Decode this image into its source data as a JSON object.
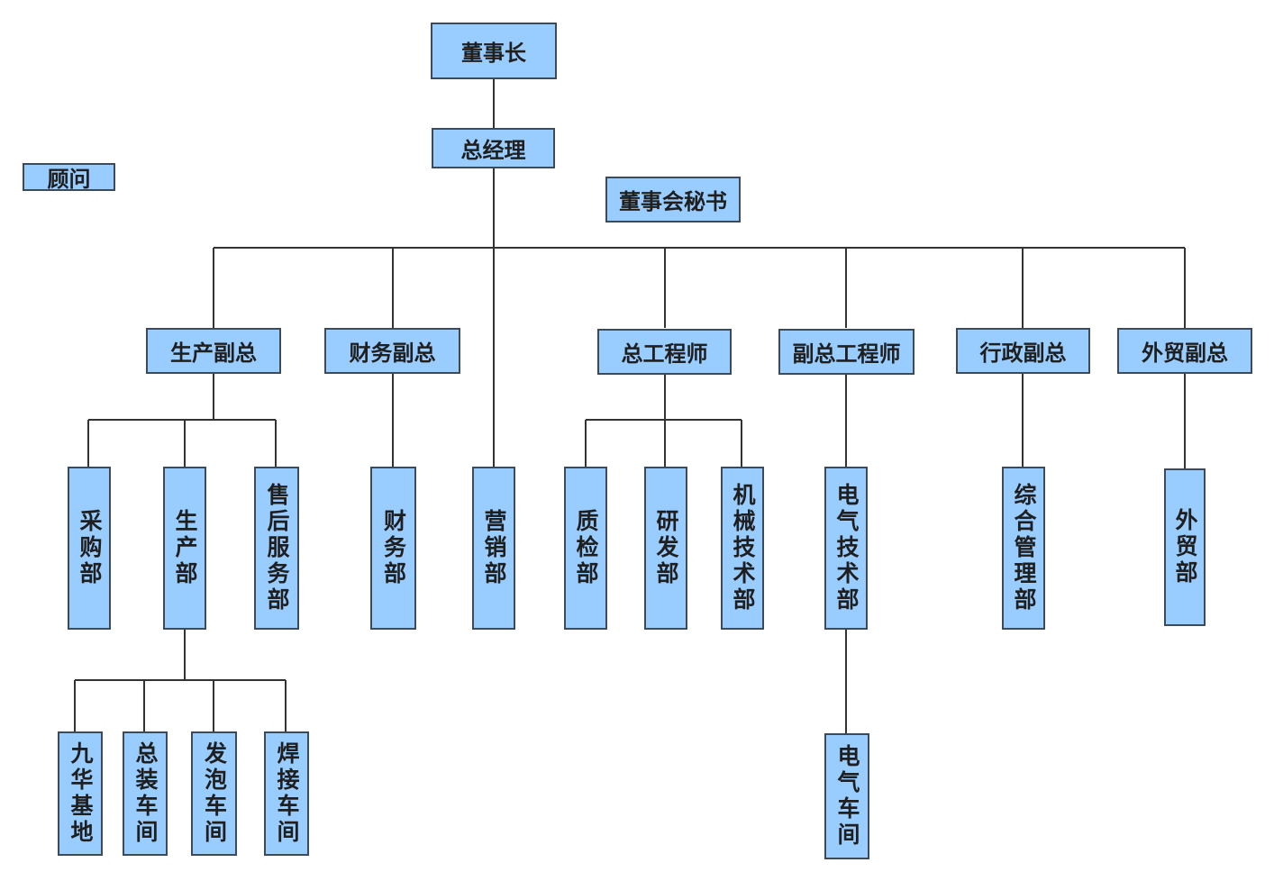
{
  "nodes": {
    "chairman": "董事长",
    "gm": "总经理",
    "advisor": "顾问",
    "board_secretary": "董事会秘书",
    "vp_production": "生产副总",
    "vp_finance": "财务副总",
    "chief_engineer": "总工程师",
    "deputy_chief_engineer": "副总工程师",
    "vp_admin": "行政副总",
    "vp_foreign_trade": "外贸副总",
    "dept_purchasing": "采购部",
    "dept_production": "生产部",
    "dept_after_sales": "售后服务部",
    "dept_finance": "财务部",
    "dept_marketing": "营销部",
    "dept_quality": "质检部",
    "dept_rd": "研发部",
    "dept_mech_tech": "机械技术部",
    "dept_elec_tech": "电气技术部",
    "dept_general_mgmt": "综合管理部",
    "dept_foreign_trade": "外贸部",
    "unit_jiuhua_base": "九华基地",
    "unit_assembly_workshop": "总装车间",
    "unit_foaming_workshop": "发泡车间",
    "unit_welding_workshop": "焊接车间",
    "unit_electrical_workshop": "电气车间"
  },
  "colors": {
    "node_fill": "#99ccff",
    "node_border": "#3d4a57",
    "connector": "#333333",
    "text": "#1f1f1f"
  }
}
